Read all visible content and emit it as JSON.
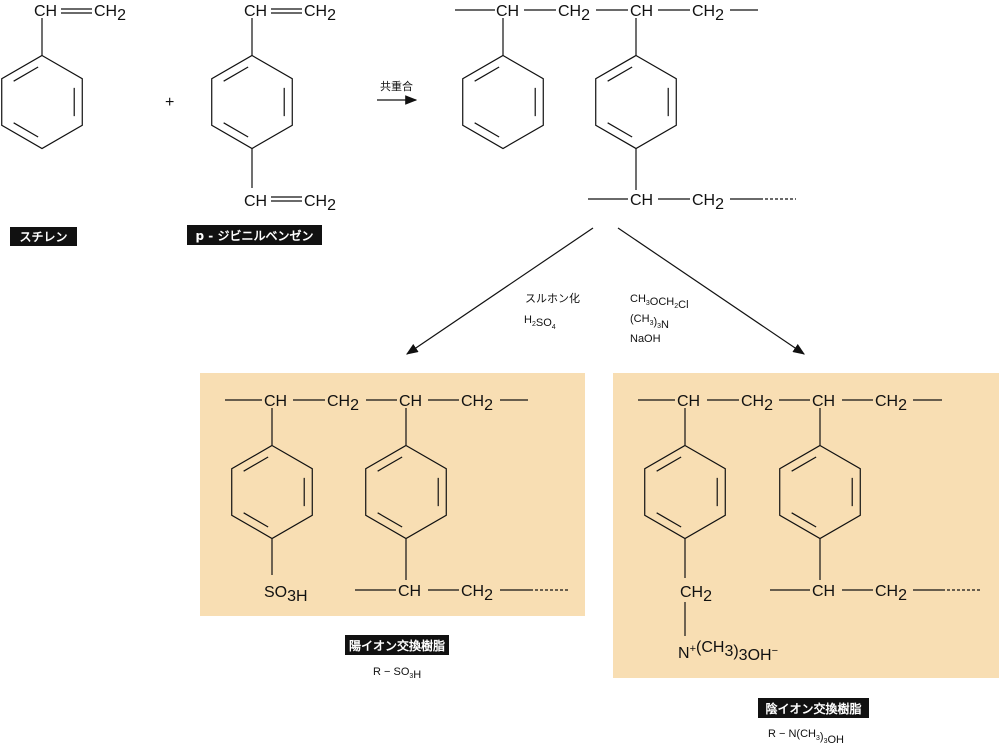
{
  "colors": {
    "resin_box": "#f8deb3",
    "label_bg": "#111111"
  },
  "monomers": {
    "styrene": {
      "formula_ch": "CH",
      "formula_ch2": [
        {
          "t": "CH"
        },
        {
          "t": "2",
          "s": "sub"
        }
      ],
      "label": "スチレン"
    },
    "divinylbenzene": {
      "formula_ch": "CH",
      "formula_ch2": [
        {
          "t": "CH"
        },
        {
          "t": "2",
          "s": "sub"
        }
      ],
      "label": "p - ジビニルベンゼン"
    },
    "plus": "+"
  },
  "reaction": {
    "copolymerization": "共重合"
  },
  "copolymer": {
    "ch": "CH",
    "ch2": [
      {
        "t": "CH"
      },
      {
        "t": "2",
        "s": "sub"
      }
    ]
  },
  "reagents": {
    "sulfonation": {
      "label": "スルホン化",
      "acid": [
        {
          "t": "H"
        },
        {
          "t": "2",
          "s": "sub"
        },
        {
          "t": "SO"
        },
        {
          "t": "4",
          "s": "sub"
        }
      ]
    },
    "amination": {
      "r1": [
        {
          "t": "CH"
        },
        {
          "t": "3",
          "s": "sub"
        },
        {
          "t": "OCH"
        },
        {
          "t": "2",
          "s": "sub"
        },
        {
          "t": "Cl"
        }
      ],
      "r2": [
        {
          "t": "(CH"
        },
        {
          "t": "3",
          "s": "sub"
        },
        {
          "t": ")"
        },
        {
          "t": "3",
          "s": "sub"
        },
        {
          "t": "N"
        }
      ],
      "r3": [
        {
          "t": "NaOH"
        }
      ]
    }
  },
  "cation_resin": {
    "group": [
      {
        "t": "SO"
      },
      {
        "t": "3",
        "s": "sub"
      },
      {
        "t": "H"
      }
    ],
    "label": "陽イオン交換樹脂",
    "formula": [
      {
        "t": "R − SO"
      },
      {
        "t": "3",
        "s": "sub"
      },
      {
        "t": "H"
      }
    ]
  },
  "anion_resin": {
    "group": [
      {
        "t": "N"
      },
      {
        "t": "+",
        "s": "sup"
      },
      {
        "t": "(CH"
      },
      {
        "t": "3",
        "s": "sub"
      },
      {
        "t": ")"
      },
      {
        "t": "3",
        "s": "sub"
      },
      {
        "t": "OH"
      },
      {
        "t": "−",
        "s": "sup"
      }
    ],
    "label": "陰イオン交換樹脂",
    "formula": [
      {
        "t": "R − N(CH"
      },
      {
        "t": "3",
        "s": "sub"
      },
      {
        "t": ")"
      },
      {
        "t": "3",
        "s": "sub"
      },
      {
        "t": "OH"
      }
    ]
  }
}
